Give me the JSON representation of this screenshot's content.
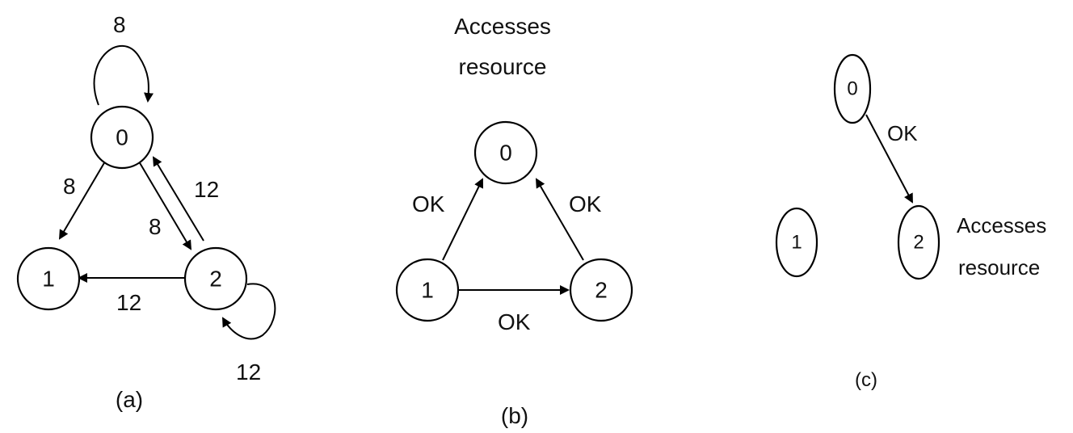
{
  "panels": {
    "a": {
      "caption": "(a)",
      "nodes": [
        "0",
        "1",
        "2"
      ],
      "edges": {
        "self_0": "8",
        "n0_to_n1": "8",
        "n0_to_n2": "8",
        "n2_to_n0": "12",
        "n2_to_n1": "12",
        "self_2": "12"
      }
    },
    "b": {
      "caption": "(b)",
      "annotation_line1": "Accesses",
      "annotation_line2": "resource",
      "nodes": [
        "0",
        "1",
        "2"
      ],
      "edges": {
        "n1_to_n0": "OK",
        "n2_to_n0": "OK",
        "n1_to_n2": "OK"
      }
    },
    "c": {
      "caption": "(c)",
      "annotation_line1": "Accesses",
      "annotation_line2": "resource",
      "nodes": [
        "0",
        "1",
        "2"
      ],
      "edges": {
        "n0_to_n2": "OK"
      }
    }
  },
  "colors": {
    "stroke": "#000000",
    "background": "#ffffff"
  }
}
